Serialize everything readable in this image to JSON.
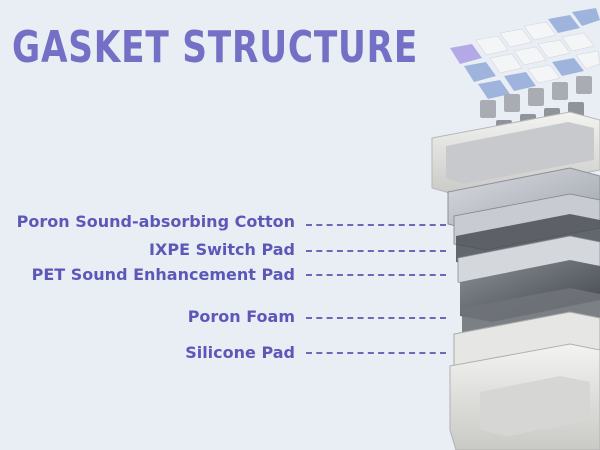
{
  "title": "GASKET STRUCTURE",
  "layers": [
    {
      "label": "Poron Sound-absorbing Cotton"
    },
    {
      "label": "IXPE Switch Pad"
    },
    {
      "label": "PET Sound Enhancement Pad"
    },
    {
      "label": "Poron Foam"
    },
    {
      "label": "Silicone Pad"
    }
  ],
  "colors": {
    "title": "#7470c6",
    "labels": "#5d58b8",
    "background": "#e9eef5",
    "keycap_white": "#f4f5f7",
    "keycap_blue": "#9fb4dc",
    "keycap_lavender": "#b3a9e6"
  }
}
